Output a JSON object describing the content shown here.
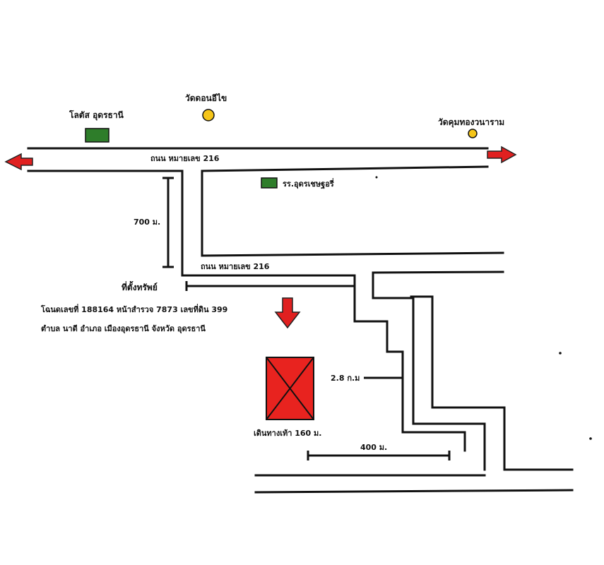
{
  "landmarks": {
    "lotus": "โลตัส อุดรธานี",
    "wat_don_ichai": "วัดดอนอีไข",
    "wat_khum_thong": "วัดคุมทองวนาราม",
    "school": "รร.อุดรเชษฐอรี่"
  },
  "roads": {
    "main_road": "ถนน หมายเลข 216",
    "lower_road": "ถนน หมายเลข 216"
  },
  "distances": {
    "d_700": "700 ม.",
    "d_2_8": "2.8 ก.ม",
    "d_400": "400 ม.",
    "walk": "เดินทางเท้า 160 ม."
  },
  "property": {
    "title": "ที่ตั้งทรัพย์",
    "deed": "โฉนดเลขที่ 188164 หน้าสำรวจ 7873 เลขที่ดิน 399",
    "address": "ตำบล นาดี อำเภอ เมืองอุดรธานี จังหวัด อุดรธานี"
  },
  "colors": {
    "arrow_red": "#e02020",
    "property_red": "#e8231f",
    "marker_green": "#2e7d2a",
    "temple_yellow": "#f5c518"
  }
}
